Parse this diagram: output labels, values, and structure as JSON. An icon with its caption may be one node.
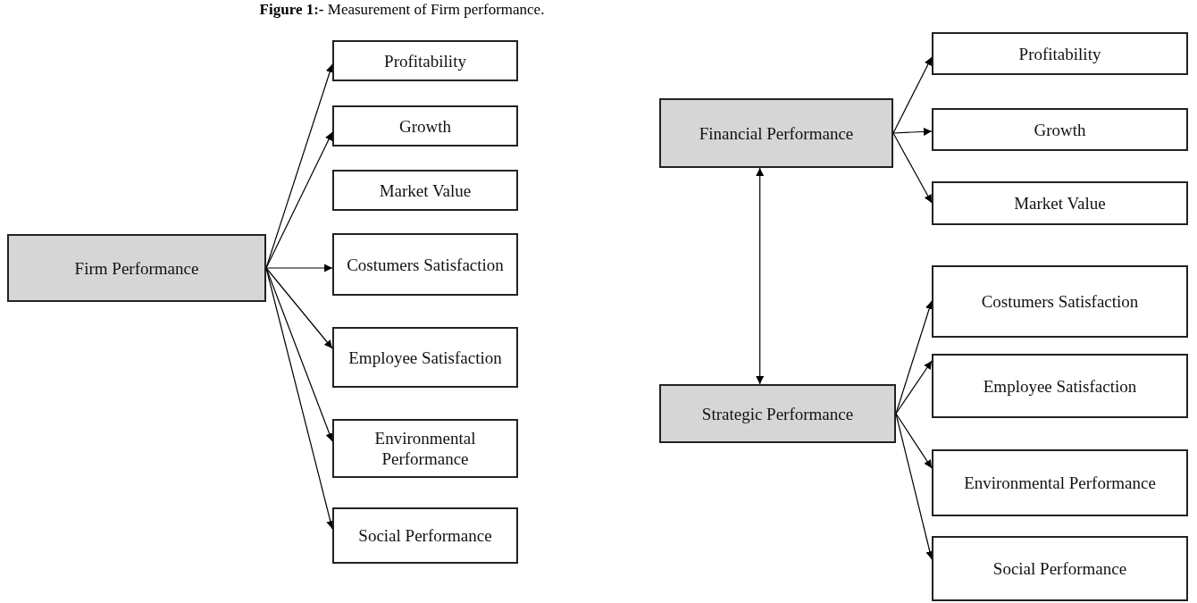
{
  "diagram": {
    "title": "**Figure 1:-** Measurement of Firm performance.",
    "nodes": [
      {
        "text": [
          "Firm Performance"
        ]
      },
      {
        "text": [
          "Profitability"
        ]
      },
      {
        "text": [
          "Growth"
        ]
      },
      {
        "text": [
          "Market Value"
        ]
      },
      {
        "text": [
          "Costumers Satisfaction"
        ]
      },
      {
        "text": [
          "Employee Satisfaction"
        ]
      },
      {
        "text": [
          "Environmental Performance"
        ]
      },
      {
        "text": [
          "Social Performance"
        ]
      },
      {
        "text": [
          "Financial Performance"
        ]
      },
      {
        "text": [
          "Profitability"
        ]
      },
      {
        "text": [
          "Growth"
        ]
      },
      {
        "text": [
          "Market Value"
        ]
      },
      {
        "text": [
          "Strategic Performance"
        ]
      },
      {
        "text": [
          "Costumers Satisfaction"
        ]
      },
      {
        "text": [
          "Employee Satisfaction"
        ]
      },
      {
        "text": [
          "Environmental Performance"
        ]
      },
      {
        "text": [
          "Social Performance"
        ]
      }
    ],
    "edges": [
      {
        "from": 0,
        "to": 1,
        "arrow": "to"
      },
      {
        "from": 0,
        "to": 2,
        "arrow": "to"
      },
      {
        "from": 0,
        "to": 4,
        "arrow": "to"
      },
      {
        "from": 0,
        "to": 5,
        "arrow": "to"
      },
      {
        "from": 0,
        "to": 6,
        "arrow": "to"
      },
      {
        "from": 0,
        "to": 7,
        "arrow": "to"
      },
      {
        "from": 8,
        "to": 9,
        "arrow": "to"
      },
      {
        "from": 8,
        "to": 10,
        "arrow": "to"
      },
      {
        "from": 8,
        "to": 11,
        "arrow": "to"
      },
      {
        "from": 8,
        "to": 12,
        "arrow": "both"
      },
      {
        "from": 12,
        "to": 13,
        "arrow": "to"
      },
      {
        "from": 12,
        "to": 14,
        "arrow": "to"
      },
      {
        "from": 12,
        "to": 15,
        "arrow": "to"
      },
      {
        "from": 12,
        "to": 16,
        "arrow": "to"
      }
    ]
  }
}
